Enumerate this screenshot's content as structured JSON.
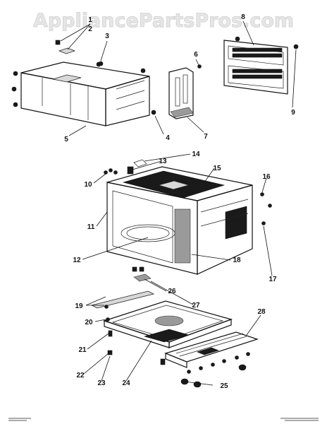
{
  "watermark": "AppliancePartsPros.com",
  "callouts": [
    "1",
    "2",
    "3",
    "4",
    "5",
    "6",
    "7",
    "8",
    "9",
    "10",
    "11",
    "12",
    "13",
    "14",
    "15",
    "16",
    "17",
    "18",
    "19",
    "20",
    "21",
    "22",
    "23",
    "24",
    "25",
    "26",
    "27",
    "28"
  ],
  "colors": {
    "line": "#111111",
    "watermark": "#e6e6e6",
    "background": "#ffffff"
  }
}
